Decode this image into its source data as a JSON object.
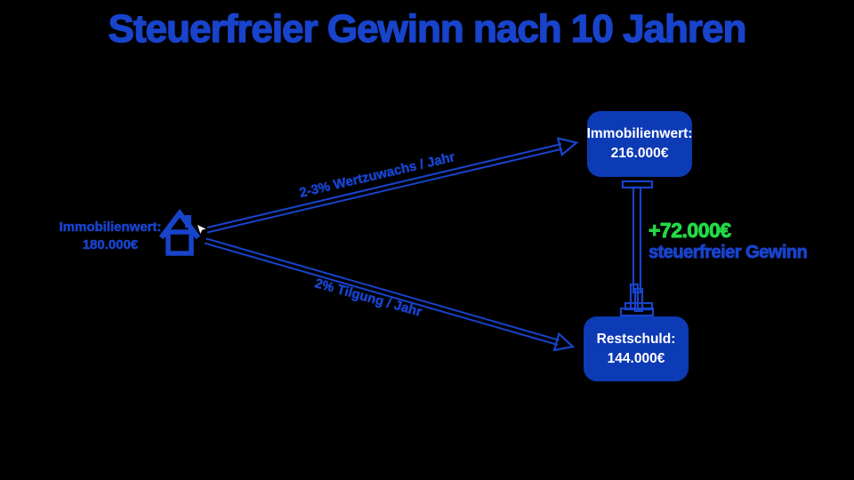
{
  "title": "Steuerfreier Gewinn nach 10 Jahren",
  "colors": {
    "background": "#000000",
    "blue": "#1843cb",
    "box_blue": "#0d3ab5",
    "green": "#22d946",
    "white": "#ffffff"
  },
  "source": {
    "label": "Immobilienwert:",
    "value": "180.000€"
  },
  "arrows": {
    "appreciation_label": "2-3% Wertzuwachs / Jahr",
    "amortization_label": "2% Tilgung / Jahr"
  },
  "boxes": {
    "property_value": {
      "label": "Immobilienwert:",
      "value": "216.000€"
    },
    "remaining_debt": {
      "label": "Restschuld:",
      "value": "144.000€"
    }
  },
  "gain": {
    "amount": "+72.000€",
    "label": "steuerfreier Gewinn"
  },
  "icons": {
    "house": "house-icon",
    "bracket": "difference-bracket-icon",
    "cursor": "mouse-cursor-icon",
    "arrow_up": "arrow-up-right-icon",
    "arrow_down": "arrow-down-right-icon"
  }
}
